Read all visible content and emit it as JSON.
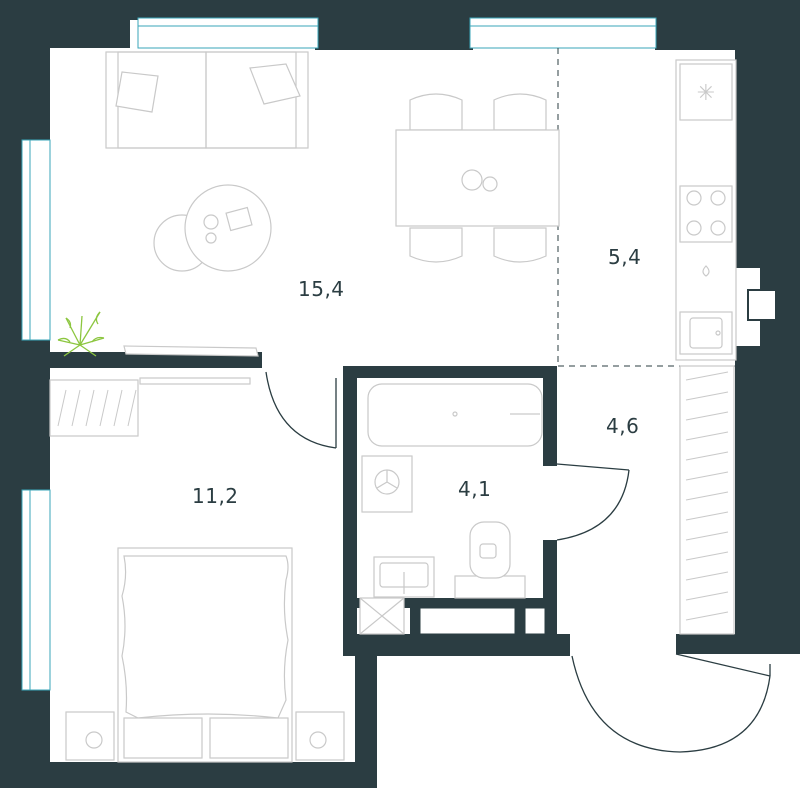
{
  "colors": {
    "wall": "#2b3d42",
    "window": "#3aa6b9",
    "furniture": "#c9c9c9",
    "plant": "#8cc63f",
    "background": "#ffffff"
  },
  "rooms": [
    {
      "id": "living",
      "area": "15,4"
    },
    {
      "id": "kitchen",
      "area": "5,4"
    },
    {
      "id": "hall",
      "area": "4,6"
    },
    {
      "id": "bathroom",
      "area": "4,1"
    },
    {
      "id": "bedroom",
      "area": "11,2"
    }
  ]
}
